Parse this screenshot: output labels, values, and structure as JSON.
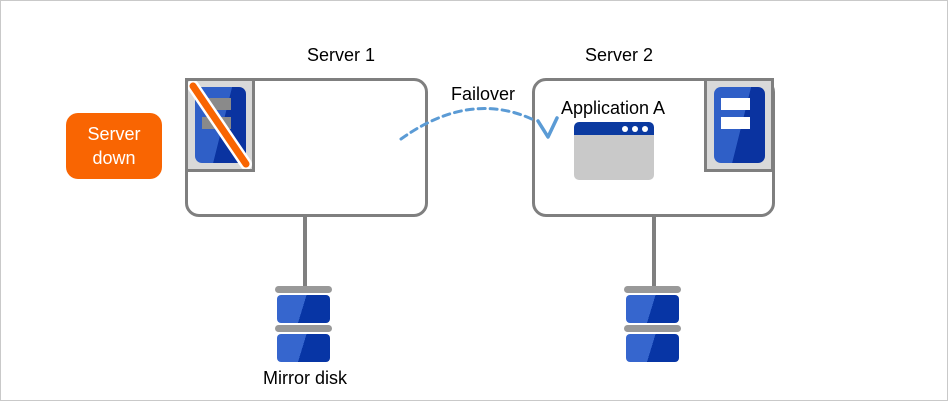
{
  "badge": {
    "text": "Server down"
  },
  "server1": {
    "label": "Server 1",
    "status": "down"
  },
  "server2": {
    "label": "Server 2",
    "status": "running"
  },
  "application": {
    "label": "Application A"
  },
  "failover": {
    "label": "Failover"
  },
  "storage": {
    "label": "Mirror disk"
  },
  "colors": {
    "badge_bg": "#f96502",
    "slash_orange": "#f96502",
    "arrow_blue": "#5b9bd5",
    "box_border": "#7f7f7f",
    "outer_border": "#c9c9c9",
    "icon_panel_bg": "#d9d9d9",
    "server_blue_light": "#2f5fc7",
    "server_blue_dark": "#0a33a0",
    "disk_blue_light": "#3666ce",
    "disk_blue_dark": "#0735a5",
    "disk_bar_gray": "#999999",
    "down_bar_gray": "#8a8a8a",
    "window_titlebar": "#0b3aa0",
    "window_body": "#c9c9c9"
  }
}
